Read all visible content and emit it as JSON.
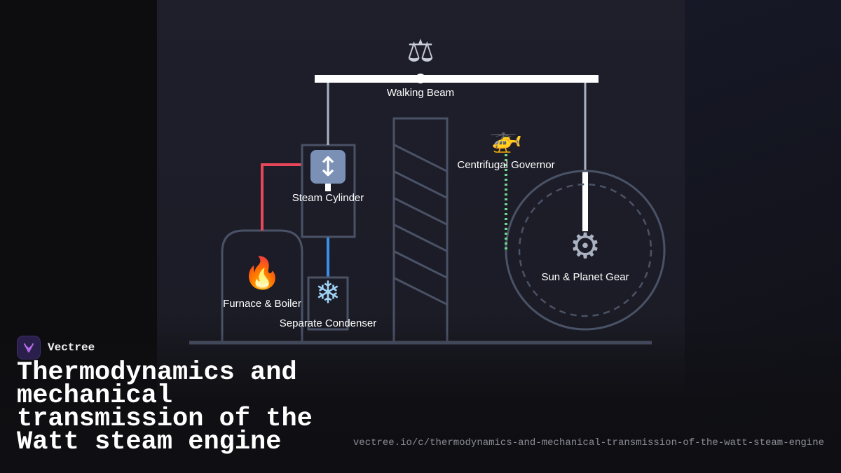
{
  "diagram": {
    "components": {
      "walking_beam": {
        "label": "Walking Beam",
        "icon": "scales-icon"
      },
      "steam_cylinder": {
        "label": "Steam Cylinder",
        "icon": "up-down-arrow-icon"
      },
      "governor": {
        "label": "Centrifugal Governor",
        "icon": "helicopter-icon"
      },
      "boiler": {
        "label": "Furnace & Boiler",
        "icon": "fire-icon"
      },
      "condenser": {
        "label": "Separate Condenser",
        "icon": "snowflake-icon"
      },
      "gear": {
        "label": "Sun & Planet Gear",
        "icon": "gear-icon"
      }
    },
    "colors": {
      "steam_pipe": "#e8475a",
      "condenser_pipe": "#3b8fe8",
      "governor_link": "#6fd68a",
      "outline": "#4a5266",
      "beam": "#ffffff"
    }
  },
  "brand": {
    "name": "Vectree",
    "logo_icon": "vectree-logo-icon"
  },
  "title": "Thermodynamics and mechanical transmission of the Watt steam engine",
  "url": "vectree.io/c/thermodynamics-and-mechanical-transmission-of-the-watt-steam-engine"
}
